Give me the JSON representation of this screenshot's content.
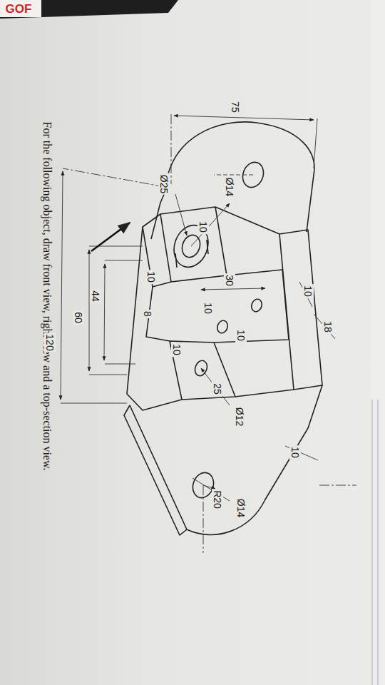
{
  "diagram": {
    "title": "For the following object, draw front view, right view and a top-section view.",
    "labels": [
      "75",
      "Ø14",
      "Ø25",
      "10",
      "10",
      "30",
      "10",
      "10",
      "10",
      "8",
      "10",
      "18",
      "25",
      "Ø12",
      "10",
      "R20",
      "Ø14",
      "44",
      "60",
      "120",
      "GOF"
    ]
  }
}
